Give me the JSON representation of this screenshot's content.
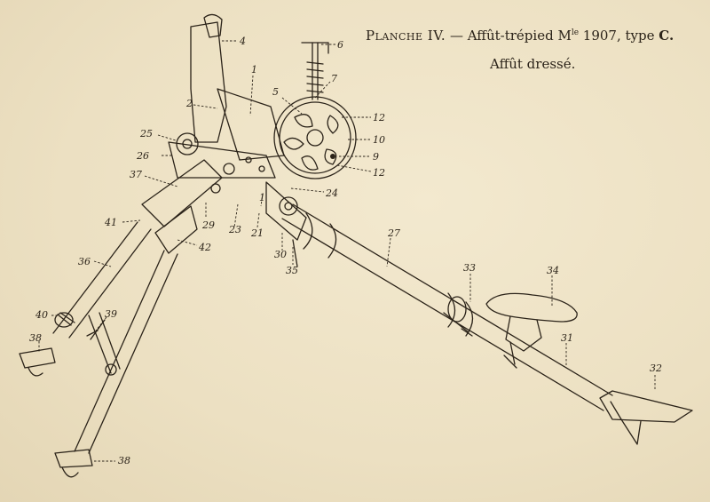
{
  "caption": {
    "plate_label": "Planche IV.",
    "dash": " — ",
    "title": "Affût-trépied M",
    "title_sup": "le",
    "title_rest": " 1907, type ",
    "type_letter": "C.",
    "subtitle": "Affût dressé."
  },
  "part_labels": [
    {
      "id": "p4",
      "text": "4"
    },
    {
      "id": "p6",
      "text": "6"
    },
    {
      "id": "p7",
      "text": "7"
    },
    {
      "id": "p1",
      "text": "1"
    },
    {
      "id": "p2",
      "text": "2"
    },
    {
      "id": "p5",
      "text": "5"
    },
    {
      "id": "p12a",
      "text": "12"
    },
    {
      "id": "p10",
      "text": "10"
    },
    {
      "id": "p9",
      "text": "9"
    },
    {
      "id": "p12b",
      "text": "12"
    },
    {
      "id": "p25",
      "text": "25"
    },
    {
      "id": "p26",
      "text": "26"
    },
    {
      "id": "p37",
      "text": "37"
    },
    {
      "id": "p24",
      "text": "24"
    },
    {
      "id": "p1b",
      "text": "1"
    },
    {
      "id": "p29",
      "text": "29"
    },
    {
      "id": "p23",
      "text": "23"
    },
    {
      "id": "p21",
      "text": "21"
    },
    {
      "id": "p41",
      "text": "41"
    },
    {
      "id": "p42",
      "text": "42"
    },
    {
      "id": "p27",
      "text": "27"
    },
    {
      "id": "p30",
      "text": "30"
    },
    {
      "id": "p35",
      "text": "35"
    },
    {
      "id": "p36",
      "text": "36"
    },
    {
      "id": "p33",
      "text": "33"
    },
    {
      "id": "p34",
      "text": "34"
    },
    {
      "id": "p40",
      "text": "40"
    },
    {
      "id": "p39",
      "text": "39"
    },
    {
      "id": "p31",
      "text": "31"
    },
    {
      "id": "p38a",
      "text": "38"
    },
    {
      "id": "p32",
      "text": "32"
    },
    {
      "id": "p38b",
      "text": "38"
    }
  ]
}
